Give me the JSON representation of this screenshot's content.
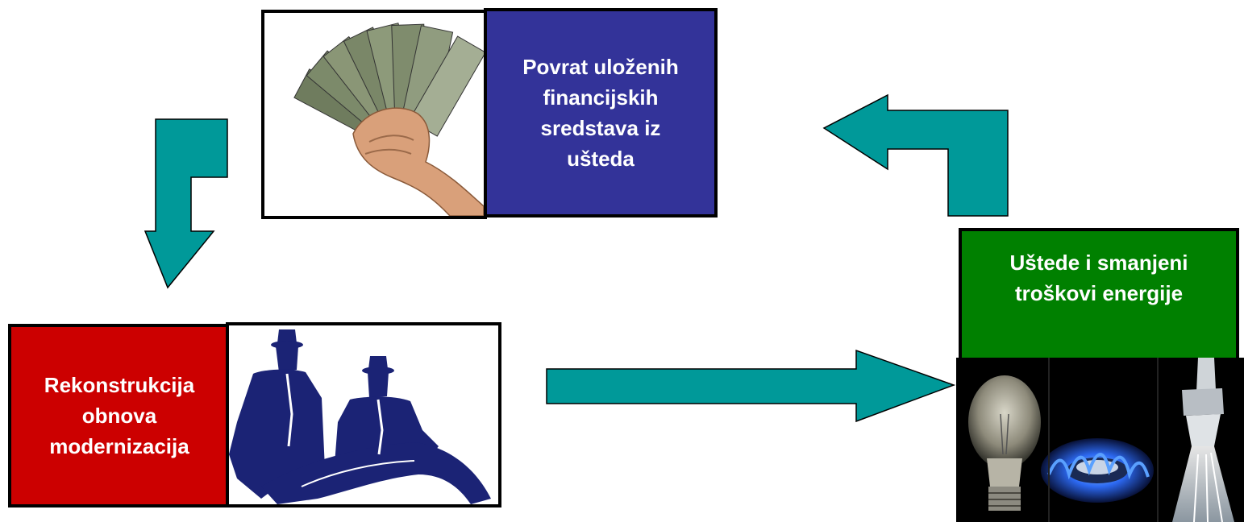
{
  "colors": {
    "arrow": "#009999",
    "blue_box": "#333399",
    "red_box": "#cc0000",
    "green_box": "#008000",
    "engineers": "#1b2375"
  },
  "boxes": {
    "return": {
      "text": "Povrat uloženih\nfinancijskih\nsredstava iz\nušteda"
    },
    "reconstruction": {
      "text": "Rekonstrukcija\nobnova\nmodernizacija"
    },
    "savings": {
      "text": "Uštede i smanjeni\ntroškovi energije"
    }
  },
  "images": [
    "money-hand-picture",
    "engineers-picture",
    "energy-utilities-picture"
  ]
}
